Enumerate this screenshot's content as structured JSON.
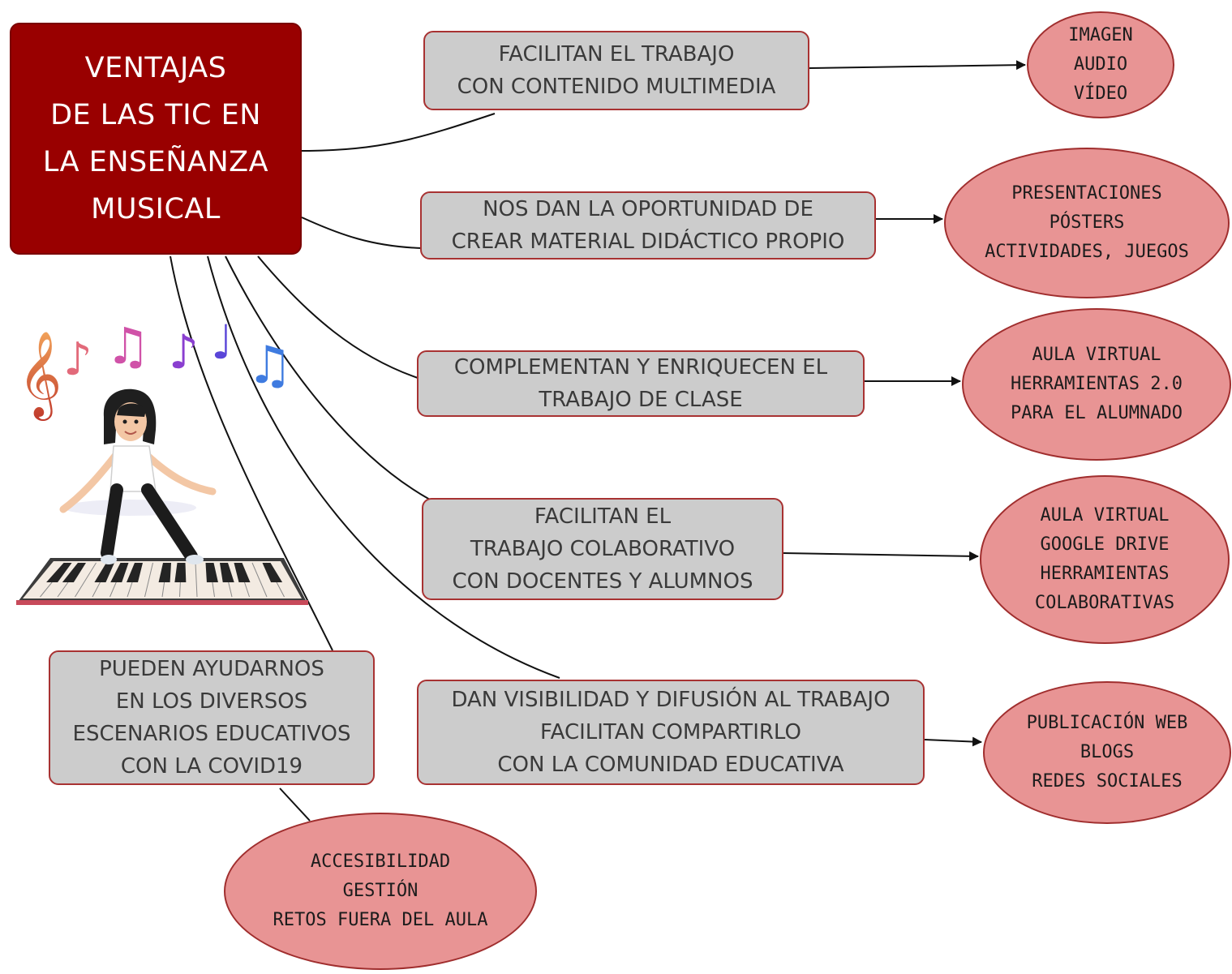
{
  "colors": {
    "main_fill": "#990000",
    "box_fill": "#cccccc",
    "box_border": "#a83232",
    "ellipse_fill": "#e89494",
    "ellipse_border": "#a02e2e",
    "connector": "#111111"
  },
  "main": {
    "lines": [
      "VENTAJAS",
      "DE LAS TIC EN",
      "LA ENSEÑANZA",
      "MUSICAL"
    ]
  },
  "branches": [
    {
      "box": [
        "FACILITAN EL TRABAJO",
        "CON CONTENIDO MULTIMEDIA"
      ],
      "detail": [
        "IMAGEN",
        "AUDIO",
        "VÍDEO"
      ]
    },
    {
      "box": [
        "NOS DAN LA OPORTUNIDAD DE",
        "CREAR MATERIAL DIDÁCTICO PROPIO"
      ],
      "detail": [
        "PRESENTACIONES",
        "PÓSTERS",
        "ACTIVIDADES, JUEGOS"
      ]
    },
    {
      "box": [
        "COMPLEMENTAN Y ENRIQUECEN EL",
        "TRABAJO DE CLASE"
      ],
      "detail": [
        "AULA VIRTUAL",
        "HERRAMIENTAS 2.0",
        "PARA EL ALUMNADO"
      ]
    },
    {
      "box": [
        "FACILITAN EL",
        "TRABAJO COLABORATIVO",
        "CON DOCENTES Y ALUMNOS"
      ],
      "detail": [
        "AULA VIRTUAL",
        "GOOGLE DRIVE",
        "HERRAMIENTAS",
        "COLABORATIVAS"
      ]
    },
    {
      "box": [
        "DAN VISIBILIDAD Y DIFUSIÓN AL TRABAJO",
        "FACILITAN COMPARTIRLO",
        "CON LA COMUNIDAD EDUCATIVA"
      ],
      "detail": [
        "PUBLICACIÓN WEB",
        "BLOGS",
        "REDES SOCIALES"
      ]
    },
    {
      "box": [
        "PUEDEN AYUDARNOS",
        "EN LOS DIVERSOS",
        "ESCENARIOS EDUCATIVOS",
        "CON LA COVID19"
      ],
      "detail": [
        "ACCESIBILIDAD",
        "GESTIÓN",
        "RETOS FUERA DEL AULA"
      ]
    }
  ],
  "illustration": {
    "icons": [
      "treble-clef-icon",
      "music-note-icon",
      "avatar-dancer",
      "piano-keyboard-icon"
    ]
  }
}
